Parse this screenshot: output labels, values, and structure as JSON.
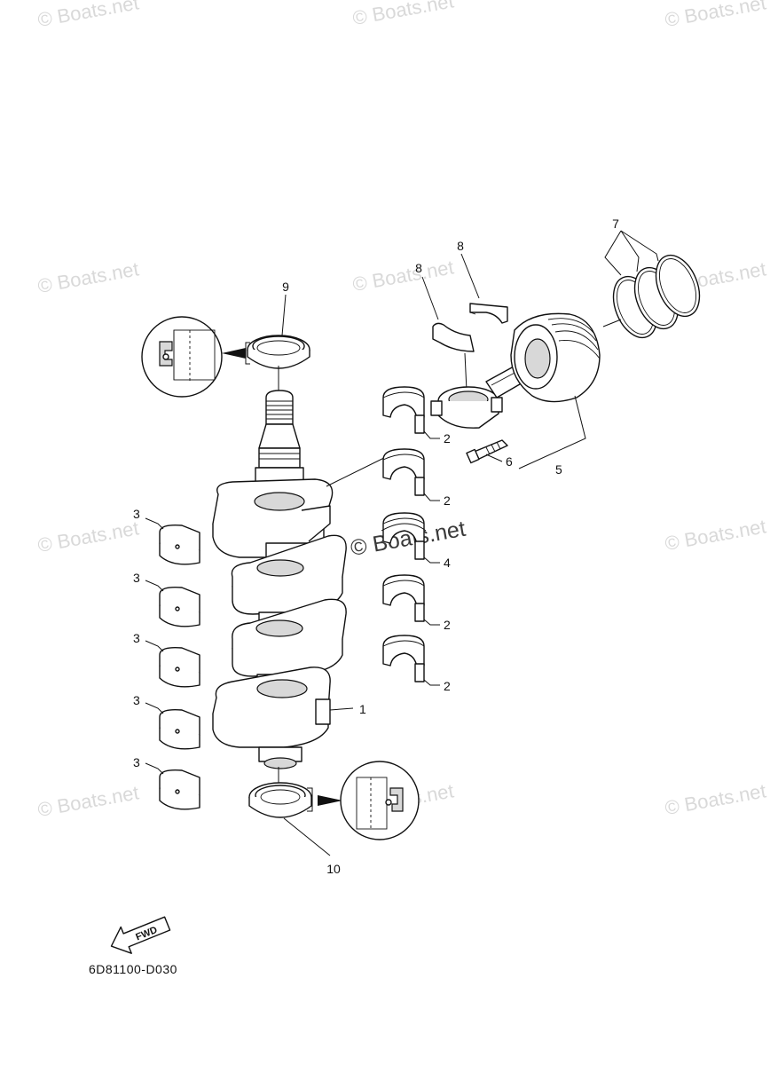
{
  "watermark": "© Boats.net",
  "diagram_code": "6D81100-D030",
  "fwd_label": "FWD",
  "callouts": {
    "crankshaft": "1",
    "upper_bearing": "2",
    "main_bearing": "3",
    "thrust_bearing": "4",
    "piston_rod_assy": "5",
    "rod_bolt": "6",
    "piston_rings": "7",
    "rod_bearing": "8",
    "upper_oil_seal": "9",
    "lower_oil_seal": "10"
  }
}
